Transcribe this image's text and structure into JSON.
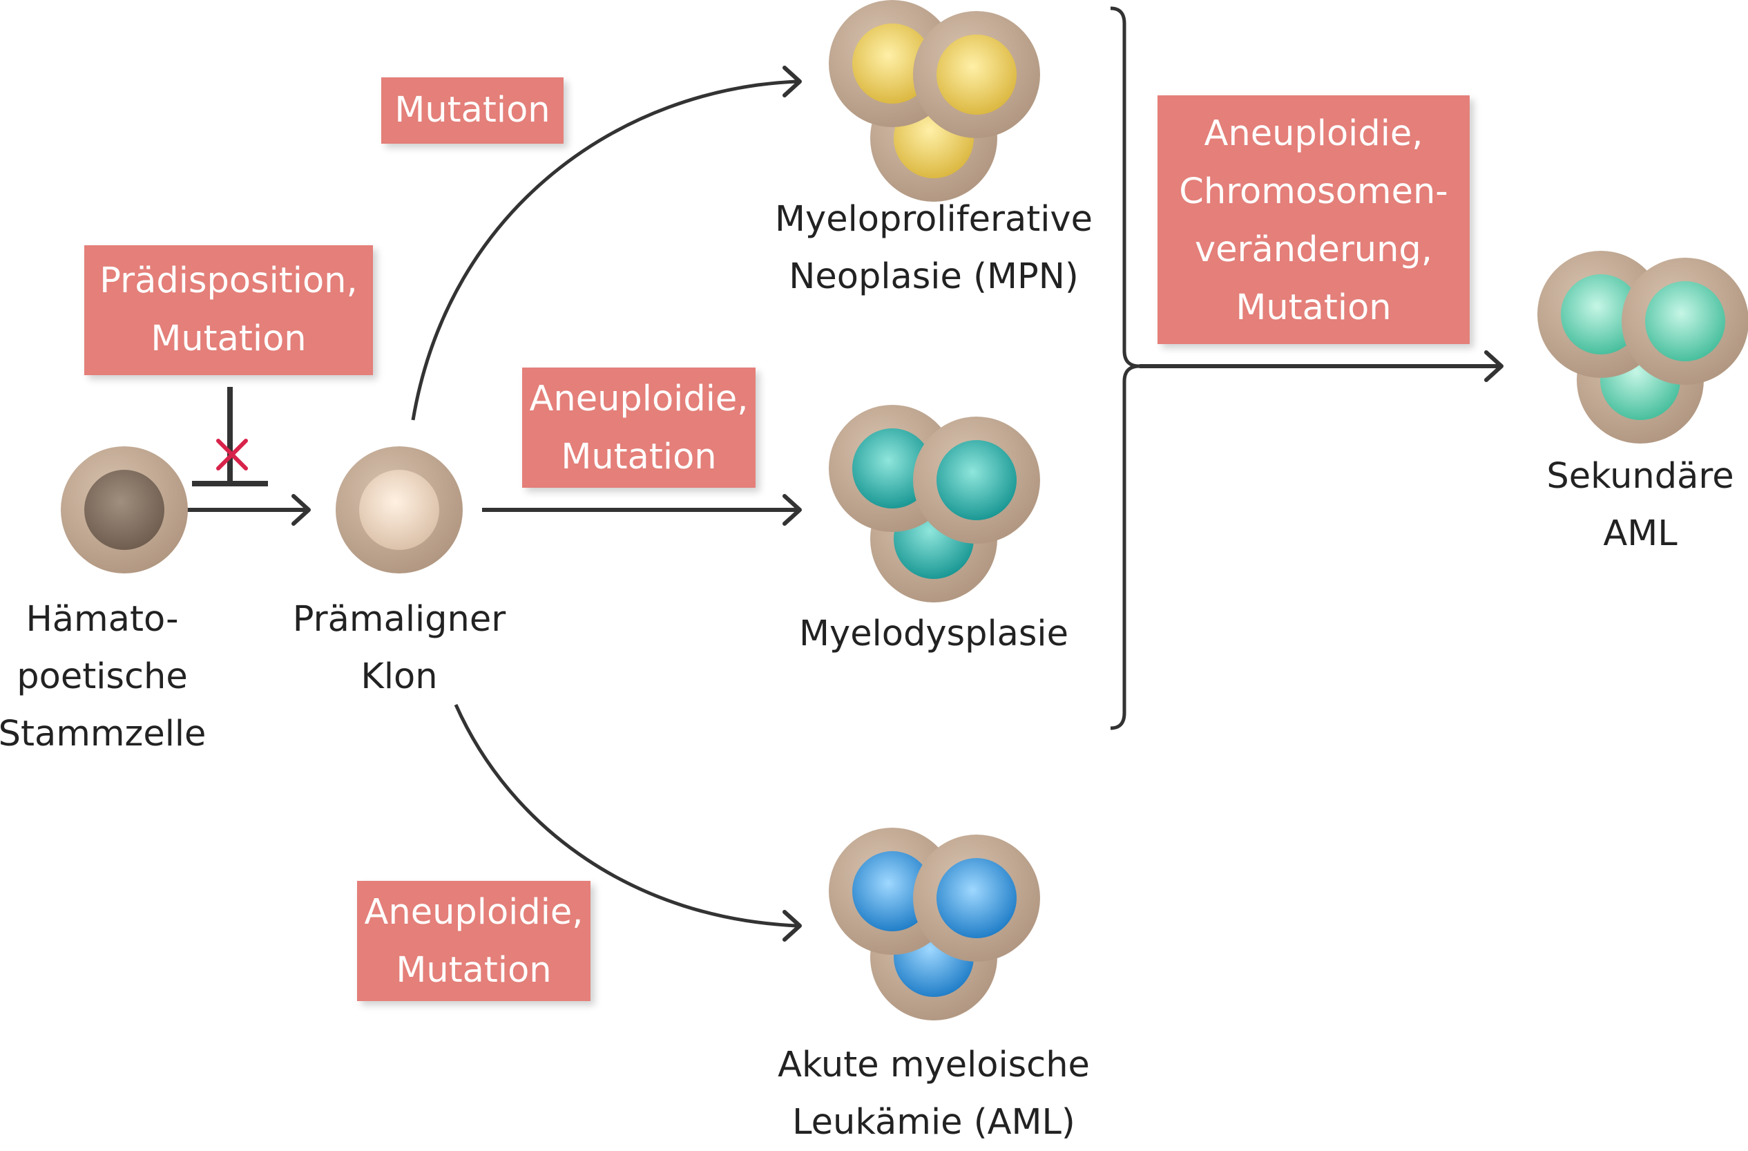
{
  "nodes": {
    "stem_cell": {
      "lines": [
        "Hämato-",
        "poetische",
        "Stammzelle"
      ]
    },
    "premalignant": {
      "lines": [
        "Prämaligner",
        "Klon"
      ]
    },
    "mpn": {
      "lines": [
        "Myeloproliferative",
        "Neoplasie (MPN)"
      ]
    },
    "mds": {
      "lines": [
        "Myelodysplasie"
      ]
    },
    "aml": {
      "lines": [
        "Akute myeloische",
        "Leukämie (AML)"
      ]
    },
    "secondary_aml": {
      "lines": [
        "Sekundäre",
        "AML"
      ]
    }
  },
  "events": {
    "blocked": {
      "lines": [
        "Prädisposition,",
        "Mutation"
      ]
    },
    "to_mpn": {
      "lines": [
        "Mutation"
      ]
    },
    "to_mds": {
      "lines": [
        "Aneuploidie,",
        "Mutation"
      ]
    },
    "to_aml": {
      "lines": [
        "Aneuploidie,",
        "Mutation"
      ]
    },
    "to_secondary": {
      "lines": [
        "Aneuploidie,",
        "Chromosomen-",
        "veränderung,",
        "Mutation"
      ]
    }
  },
  "colors": {
    "event_box": "#e47f79",
    "cell_body": "#c2a68f",
    "stem_nucleus": "#7c6a5a",
    "premalignant_nucleus": "#e6ccb4",
    "mpn_nucleus": "#e8c84e",
    "mds_nucleus": "#1fa8a6",
    "aml_nucleus": "#2a93de",
    "secondary_nucleus": "#50ceaa",
    "block_mark": "#d8234a",
    "line": "#333333"
  },
  "icons": {
    "block": "cross-mark-icon"
  }
}
